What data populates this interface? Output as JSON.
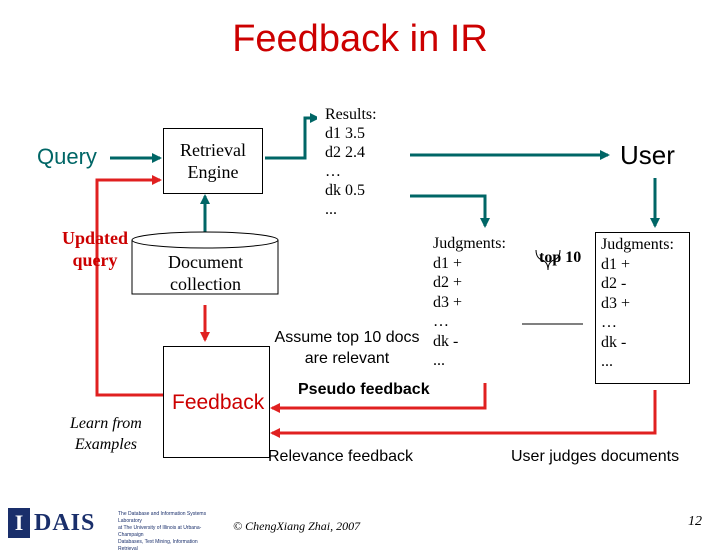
{
  "title": "Feedback in IR",
  "query_label": "Query",
  "updated_query": [
    "Updated",
    "query"
  ],
  "retrieval_engine": [
    "Retrieval",
    "Engine"
  ],
  "document_collection": [
    "Document",
    "collection"
  ],
  "results": [
    "Results:",
    "d1 3.5",
    "d2 2.4",
    "…",
    "dk  0.5",
    "..."
  ],
  "user_label": "User",
  "judgments_left": [
    "Judgments:",
    "d1 +",
    "d2 +",
    "d3 +",
    "…",
    "dk  -",
    "..."
  ],
  "top10": "top 10",
  "judgments_right": [
    "Judgments:",
    "d1 +",
    "d2 -",
    "d3 +",
    "…",
    "dk  -",
    "..."
  ],
  "assume": [
    "Assume top 10 docs",
    "are relevant"
  ],
  "feedback_label": "Feedback",
  "learn_from_examples": [
    "Learn from",
    "Examples"
  ],
  "pseudo_feedback": "Pseudo feedback",
  "relevance_feedback": "Relevance feedback",
  "user_judges": "User judges documents",
  "copyright": "© ChengXiang Zhai, 2007",
  "page_number": "12",
  "logo_text": "DAIS",
  "logo_sub": [
    "The Database and Information Systems Laboratory",
    "at The University of Illinois at Urbana-Champaign",
    "Databases, Text Mining, Information Retrieval"
  ],
  "colors": {
    "red": "#cc0000",
    "teal": "#006666",
    "accent_red": "#e02020"
  }
}
